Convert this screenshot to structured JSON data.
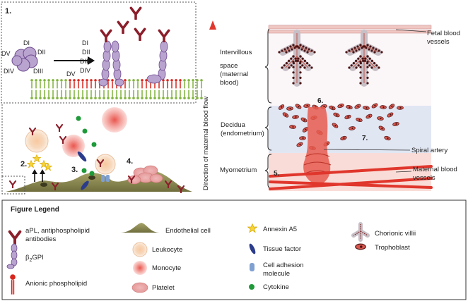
{
  "panel1": {
    "step": "1.",
    "domains": [
      "DI",
      "DII",
      "DIII",
      "DIV",
      "DV"
    ]
  },
  "panel2": {
    "steps": [
      "2.",
      "3.",
      "4."
    ]
  },
  "placenta": {
    "flow_label": "Direction of maternal blood flow",
    "regions": {
      "intervillous": [
        "Intervillous",
        "space",
        "(maternal",
        "blood)"
      ],
      "decidua": [
        "Decidua",
        "(endometrium)"
      ],
      "myometrium": [
        "Myometrium"
      ]
    },
    "steps": [
      "5.",
      "6.",
      "7."
    ],
    "callouts": {
      "fetal": [
        "Fetal blood",
        "vessels"
      ],
      "spiral": [
        "Spiral artery"
      ],
      "maternal": [
        "Maternal blood",
        "vessels"
      ]
    }
  },
  "legend": {
    "title": "Figure Legend",
    "aPL": [
      "aPL, antiphospholipid",
      "antibodies"
    ],
    "b2gpi": "β",
    "b2gpi_sub": "2",
    "b2gpi_rest": "GPI",
    "anionic": "Anionic phospholipid",
    "endothelial": "Endothelial cell",
    "leukocyte": "Leukocyte",
    "monocyte": "Monocyte",
    "platelet": "Platelet",
    "annexin": "Annexin A5",
    "tissue_factor": "Tissue factor",
    "cam": [
      "Cell adhesion",
      "molecule"
    ],
    "cytokine": "Cytokine",
    "villi": "Chorionic villii",
    "trophoblast": "Trophoblast"
  },
  "colors": {
    "antibody": "#8b1e2a",
    "anionic": "#d8261c",
    "neutral_lipid": "#7fb33a",
    "b2gpi": "#b9a3cf",
    "endothelium": "#8c8a52",
    "annexin": "#f5d33a",
    "cytokine": "#1f9a3a",
    "tissue_factor": "#2b3c8c",
    "cam": "#7fa0d0",
    "decidua": "#e1e6f3",
    "myometrium": "#f9dcd7",
    "flow_arrow": "#e0362c"
  }
}
